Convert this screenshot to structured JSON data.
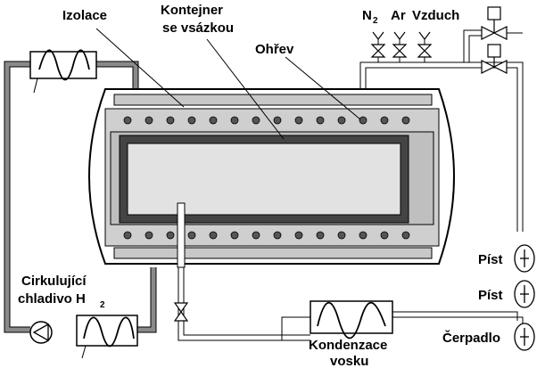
{
  "labels": {
    "izolace": "Izolace",
    "kontejner_line1": "Kontejner",
    "kontejner_line2": "se vsázkou",
    "ohrev": "Ohřev",
    "n2_base": "N",
    "n2_sub": "2",
    "ar": "Ar",
    "vzduch": "Vzduch",
    "cirkulujici": "Cirkulující",
    "chladivo_base": "chladivo H",
    "chladivo_sub": "2",
    "pist1": "Píst",
    "pist2": "Píst",
    "cerpadlo": "Čerpadlo",
    "kondenzace_line1": "Kondenzace",
    "kondenzace_line2": "vosku"
  },
  "colors": {
    "pipe": "#8a8a8a",
    "outline": "#000000",
    "insulation": "#c8c8c8",
    "container_fill": "#e2e2e2",
    "chamber_gray": "#bfbfbf",
    "heater_dot": "#555555",
    "background": "#ffffff"
  },
  "icons": {
    "heat_exchanger": "sine-wave-coil",
    "valve": "bowtie-valve",
    "fan": "triangle-in-circle",
    "pump": "piston-circle"
  }
}
